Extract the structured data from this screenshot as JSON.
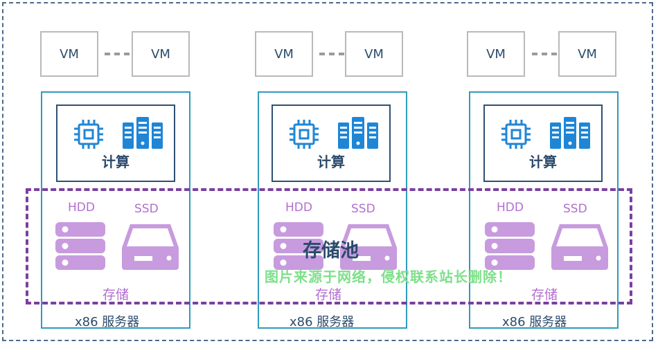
{
  "diagram": {
    "vm_label": "VM",
    "compute_label": "计算",
    "hdd_label": "HDD",
    "ssd_label": "SSD",
    "storage_label": "存储",
    "server_label": "x86 服务器",
    "pool_label": "存储池",
    "watermark": "图片来源于网络，侵权联系站长删除！",
    "colors": {
      "frame": "#4b6a8c",
      "server_border": "#2e9bbd",
      "compute_border": "#2e4f72",
      "icon_blue": "#1f86d6",
      "storage_purple": "#b26ed0",
      "pool_border": "#7b3fa0",
      "watermark": "#7ee08a"
    },
    "icons": [
      "cpu-chip-icon",
      "server-rack-icon",
      "hdd-stack-icon",
      "ssd-drive-icon"
    ]
  }
}
